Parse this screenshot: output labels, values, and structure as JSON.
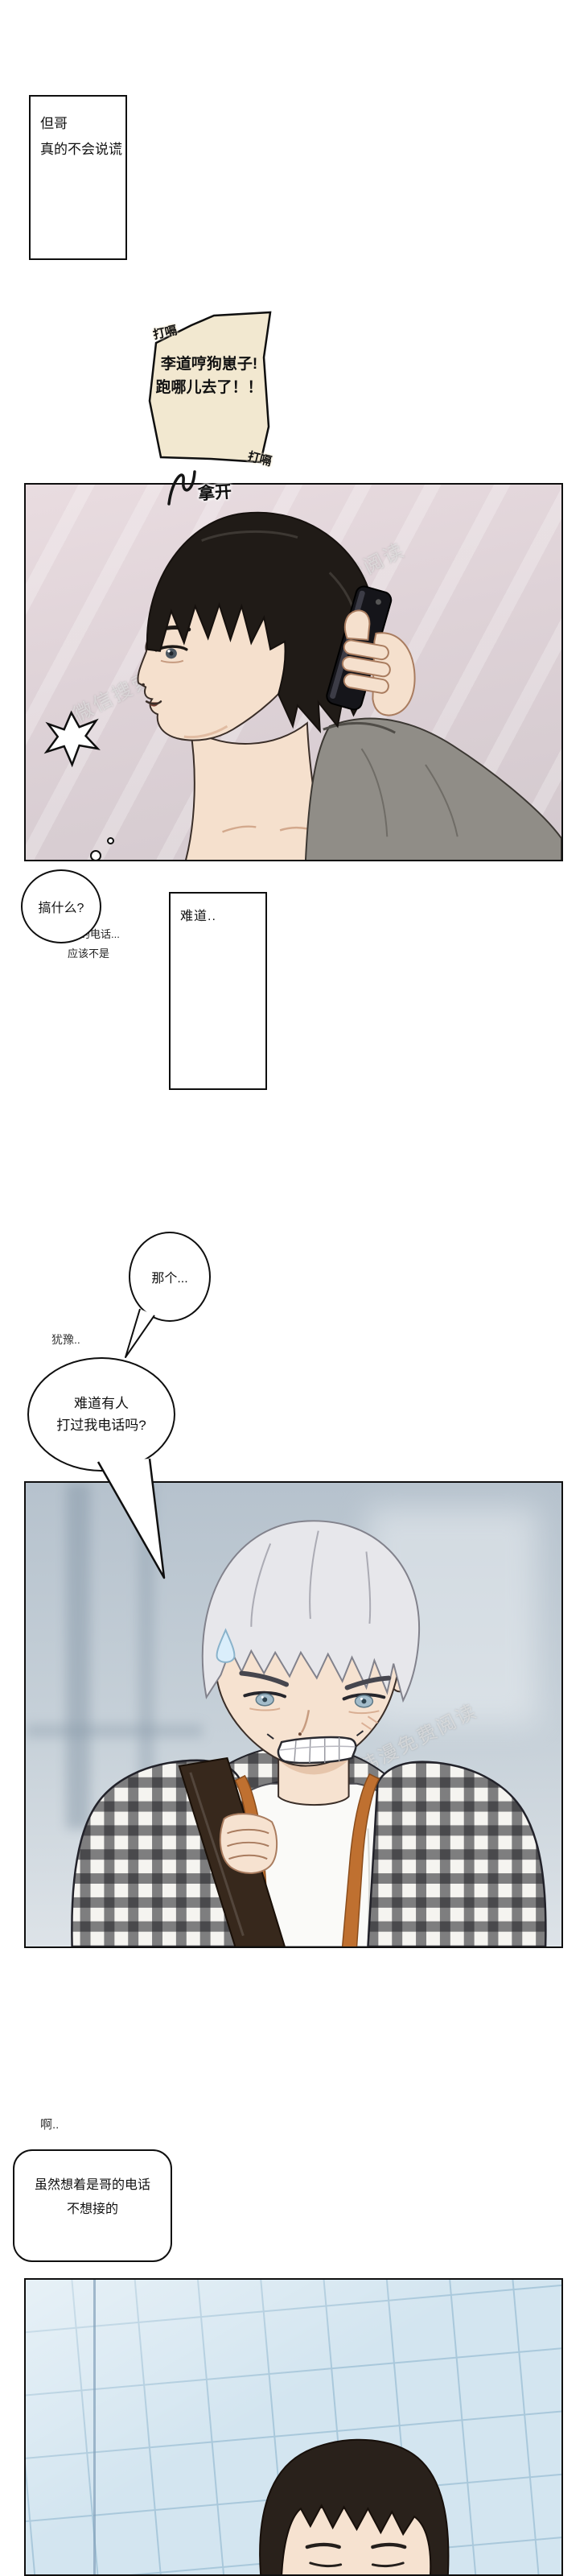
{
  "captions": {
    "intro": {
      "line1": "但哥",
      "line2": "真的不会说谎"
    },
    "doubt": {
      "text": "难道.."
    }
  },
  "shout_bubble": {
    "sfx_top": "打嗝",
    "line1": "李道哼狗崽子!",
    "line2": "跑哪儿去了！！",
    "sfx_bottom": "打嗝"
  },
  "sfx": {
    "take_away": "拿开",
    "hesitate": "犹豫..",
    "ah": "啊.."
  },
  "speech": {
    "what": "搞什么?",
    "note_line1": "开玩笑的电话...",
    "note_line2": "应该不是",
    "that": "那个...",
    "question_line1": "难道有人",
    "question_line2": "打过我电话吗?",
    "thought_line1": "虽然想着是哥的电话",
    "thought_line2": "不想接的"
  },
  "watermark": {
    "text": "微信搜索关注公众号今日韩漫免费阅读"
  },
  "colors": {
    "ink": "#111111",
    "shout_bubble_bg": "#f2e8d0",
    "panel1_bg": "#ded2d7",
    "panel2_bg": "#c7d1d9",
    "panel3_tile": "#d3e5f0",
    "panel3_grout": "#a9c8db",
    "skin": "#f5e0cd",
    "hair_black": "#201b17",
    "hair_silver": "#e7e7eb",
    "shirt_gray": "#908d87",
    "strap_orange": "#bf7030",
    "strap_dark": "#37281c",
    "watermark_gray": "#ececec"
  }
}
